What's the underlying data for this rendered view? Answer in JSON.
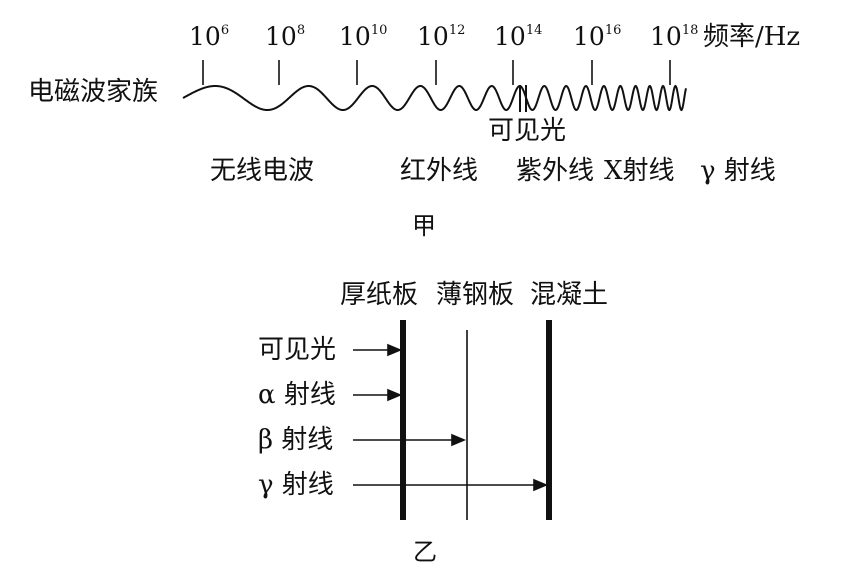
{
  "figure_a": {
    "caption": "甲",
    "row_label": "电磁波家族",
    "frequency_unit": "频率/Hz",
    "exponent_base": "10",
    "exponents": [
      "6",
      "8",
      "10",
      "12",
      "14",
      "16",
      "18"
    ],
    "visible_light_label": "可见光",
    "bands": [
      "无线电波",
      "红外线",
      "紫外线",
      "X射线",
      "γ 射线"
    ]
  },
  "figure_b": {
    "caption": "乙",
    "barriers": [
      "厚纸板",
      "薄钢板",
      "混凝土"
    ],
    "radiations": [
      "可见光",
      "α 射线",
      "β 射线",
      "γ 射线"
    ]
  }
}
